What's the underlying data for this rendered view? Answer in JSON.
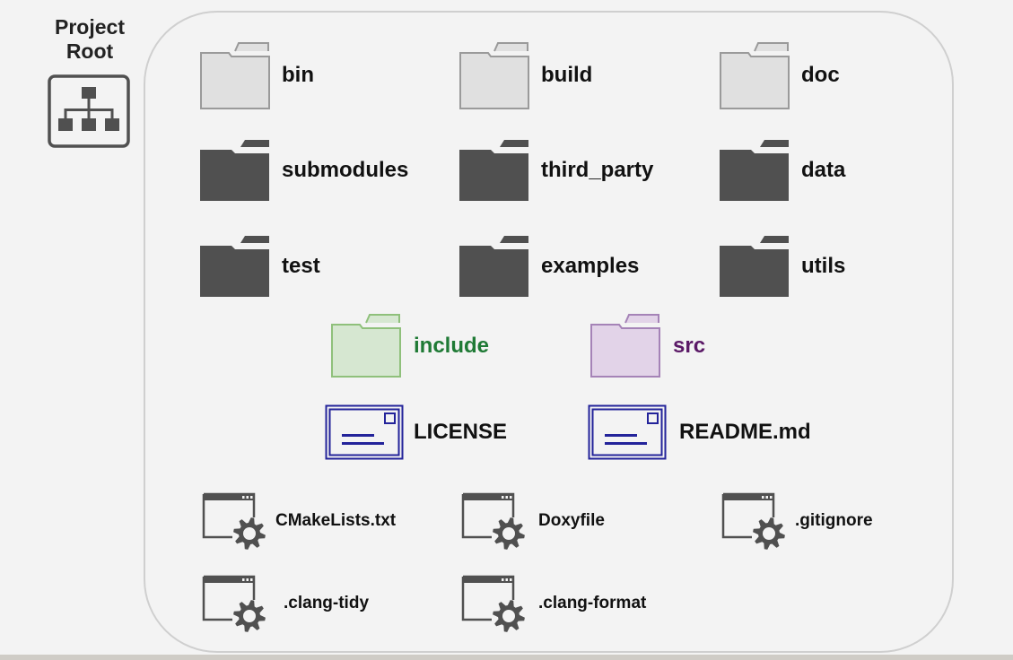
{
  "root": {
    "label": "Project\nRoot",
    "icon": "sitemap-icon"
  },
  "colors": {
    "gray_folder_fill": "#e0e0e0",
    "gray_folder_stroke": "#9a9a9a",
    "dark_folder": "#505050",
    "include_fill": "#d6e7d1",
    "include_stroke": "#8fc07b",
    "include_text": "#1f7a35",
    "src_fill": "#e2d3e8",
    "src_stroke": "#a583b7",
    "src_text": "#5a1866",
    "doc_blue": "#23239a",
    "config_icon": "#505050"
  },
  "folders": {
    "light": [
      "bin",
      "build",
      "doc"
    ],
    "dark_row1": [
      "submodules",
      "third_party",
      "data"
    ],
    "dark_row2": [
      "test",
      "examples",
      "utils"
    ],
    "include": "include",
    "src": "src"
  },
  "documents": [
    "LICENSE",
    "README.md"
  ],
  "config_files": {
    "row1": [
      "CMakeLists.txt",
      "Doxyfile",
      ".gitignore"
    ],
    "row2": [
      ".clang-tidy",
      ".clang-format"
    ]
  }
}
